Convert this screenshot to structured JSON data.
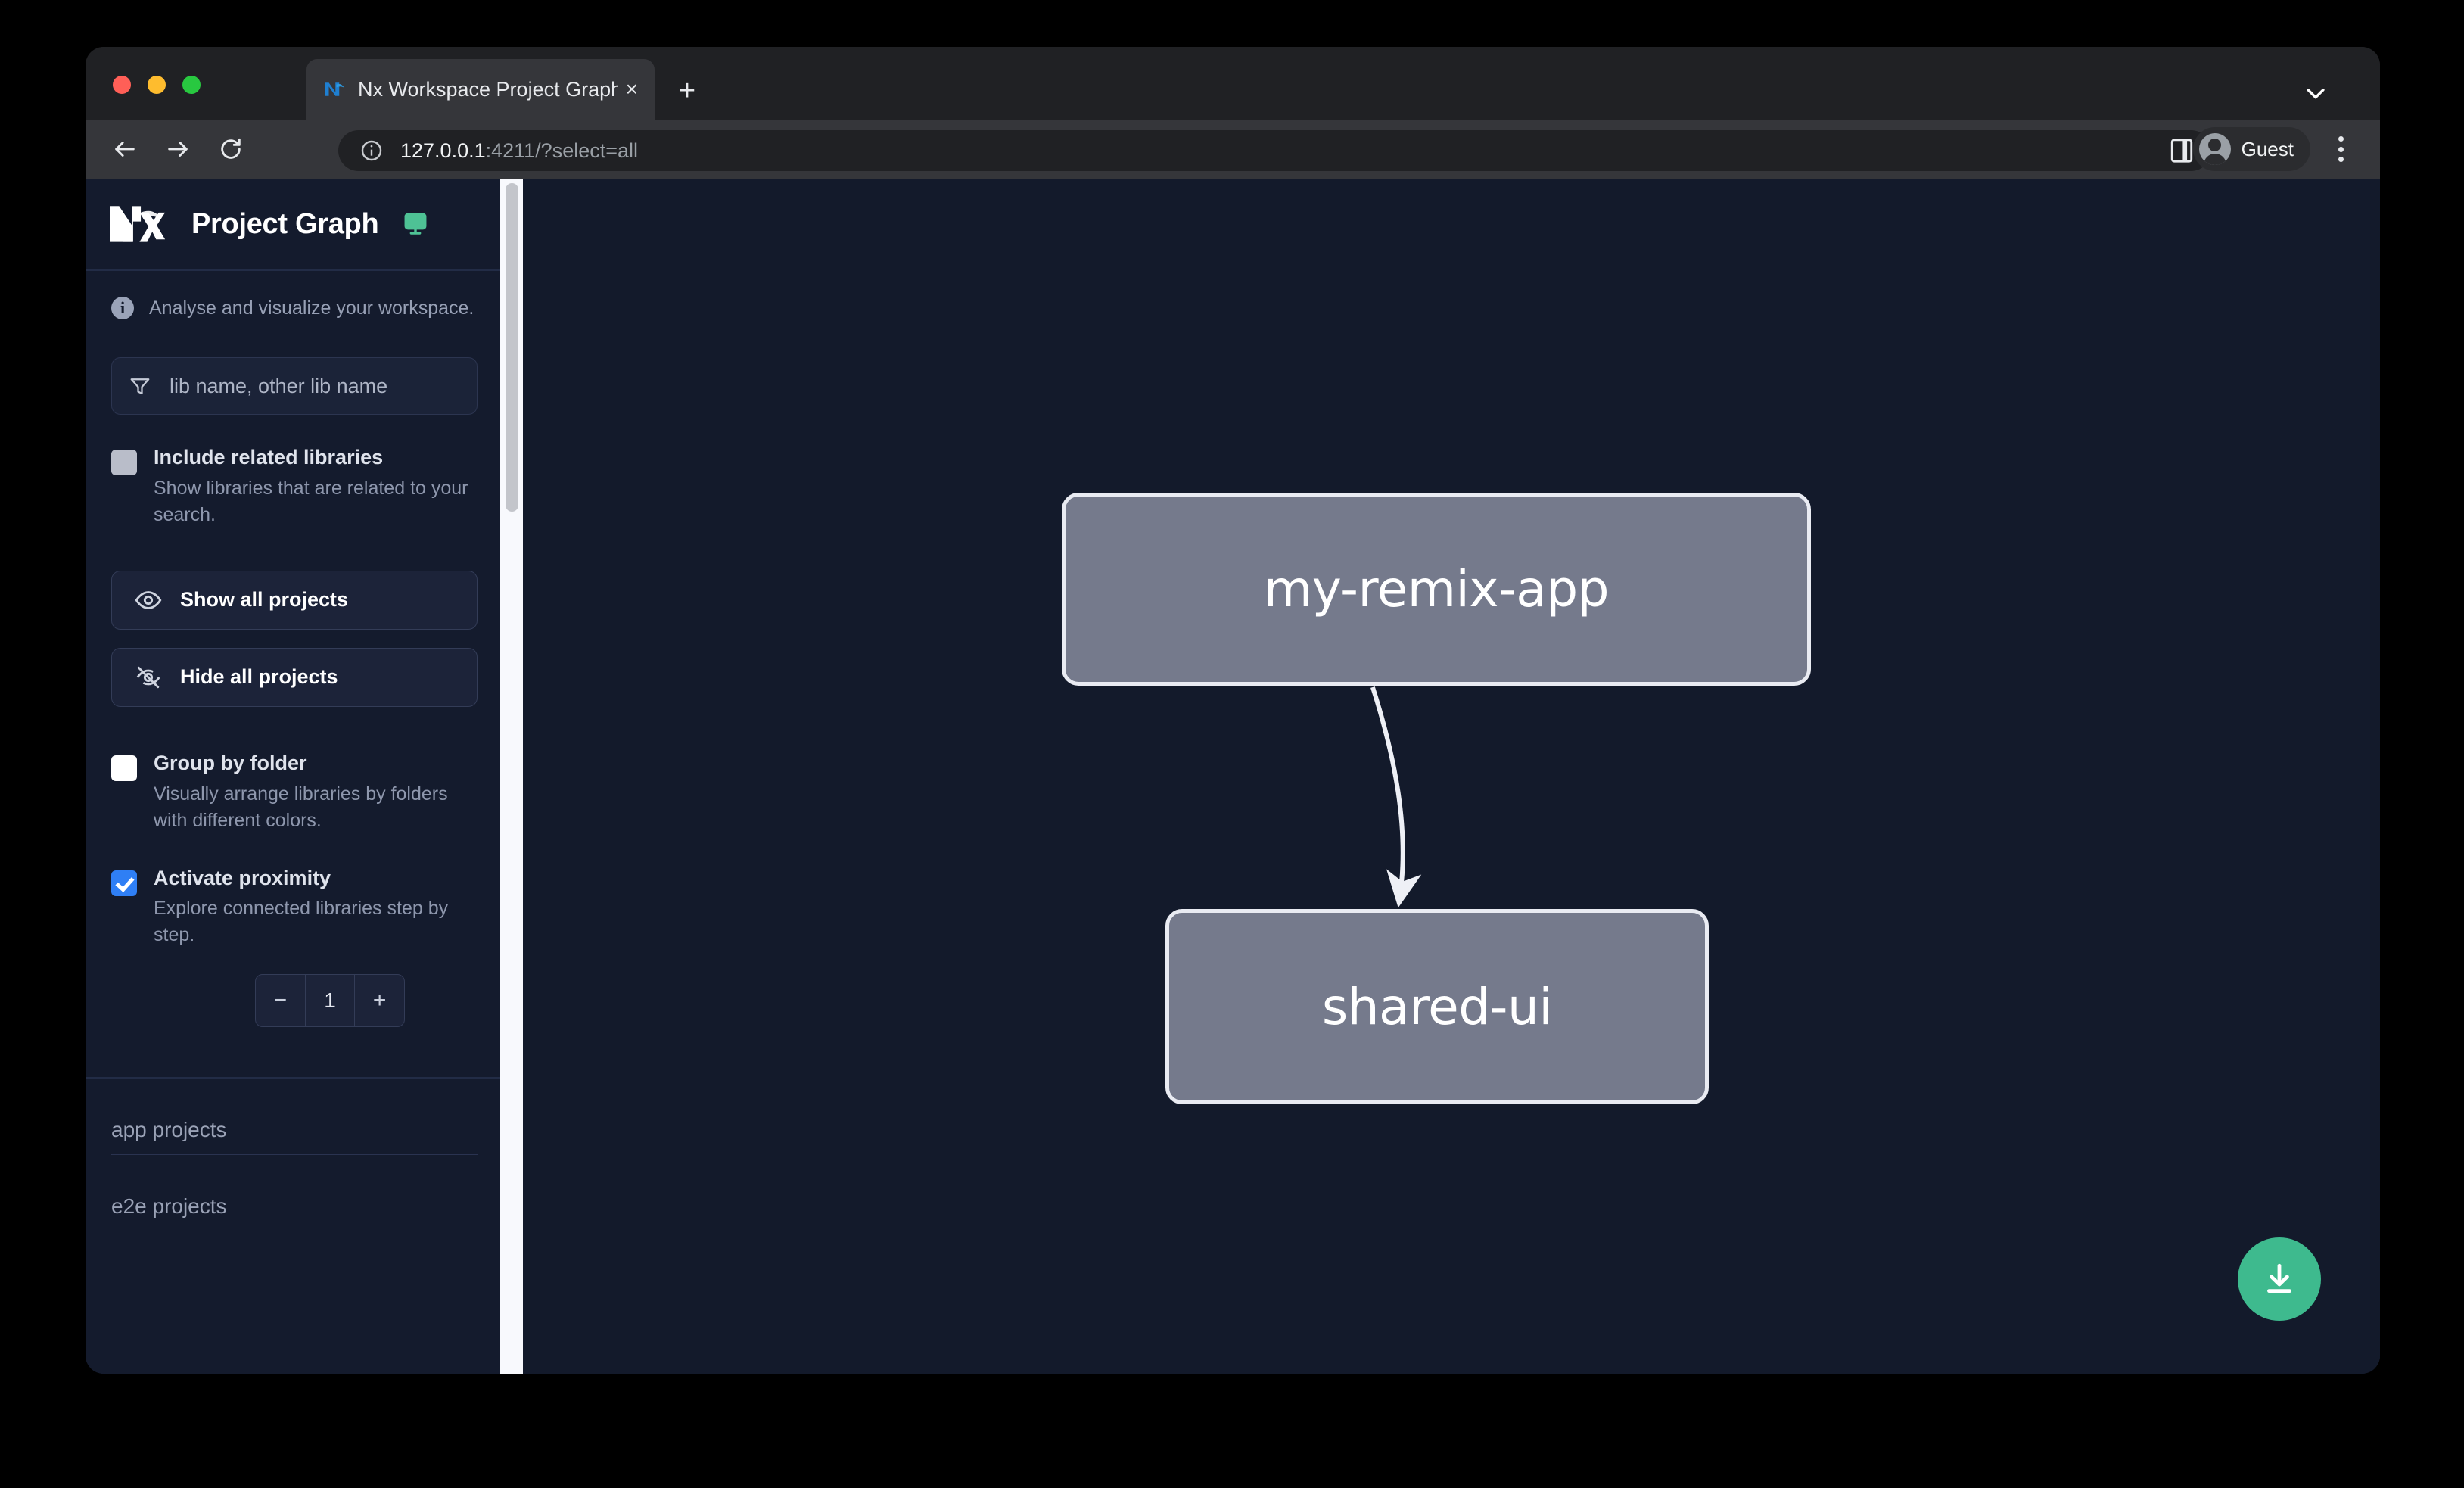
{
  "browser": {
    "tab": {
      "title": "Nx Workspace Project Graph",
      "favicon_name": "nx-favicon",
      "close_label": "×"
    },
    "new_tab_label": "+",
    "omnibox": {
      "host": "127.0.0.1",
      "rest": ":4211/?select=all",
      "site_info_icon": "info-circle-icon"
    },
    "profile": {
      "name": "Guest"
    },
    "icons": {
      "back": "back-arrow-icon",
      "forward": "forward-arrow-icon",
      "reload": "reload-icon",
      "side_panel": "side-panel-icon",
      "menu": "three-dot-menu-icon",
      "tabstrip_chevron": "chevron-down-icon"
    }
  },
  "sidebar": {
    "title": "Project Graph",
    "logo_name": "nx-logo",
    "monitor_icon": "monitor-icon",
    "tagline": "Analyse and visualize your workspace.",
    "info_glyph": "i",
    "filter": {
      "placeholder": "lib name, other lib name",
      "icon": "filter-funnel-icon"
    },
    "options": [
      {
        "label": "Include related libraries",
        "description": "Show libraries that are related to your search.",
        "checked": false,
        "style": "gray"
      },
      {
        "label": "Group by folder",
        "description": "Visually arrange libraries by folders with different colors.",
        "checked": false,
        "style": "white"
      },
      {
        "label": "Activate proximity",
        "description": "Explore connected libraries step by step.",
        "checked": true,
        "style": "blue"
      }
    ],
    "buttons": [
      {
        "label": "Show all projects",
        "icon": "eye-icon"
      },
      {
        "label": "Hide all projects",
        "icon": "eye-off-icon"
      }
    ],
    "stepper": {
      "decrement_label": "−",
      "value": "1",
      "increment_label": "+"
    },
    "project_groups": [
      {
        "label": "app projects"
      },
      {
        "label": "e2e projects"
      }
    ],
    "scrollbar": {
      "name": "sidebar-scrollbar"
    }
  },
  "graph": {
    "nodes": [
      {
        "id": "my-remix-app",
        "label": "my-remix-app"
      },
      {
        "id": "shared-ui",
        "label": "shared-ui"
      }
    ],
    "edges": [
      {
        "from": "my-remix-app",
        "to": "shared-ui"
      }
    ],
    "download_button": {
      "icon": "download-icon"
    }
  },
  "colors": {
    "page_background": "#131a2b",
    "sidebar_background": "#141b2d",
    "node_fill": "#757a8c",
    "node_border": "#e9ebf2",
    "accent_green": "#3eba8e",
    "checkbox_checked": "#2f7ff5",
    "monitor_icon": "#4ec295"
  }
}
